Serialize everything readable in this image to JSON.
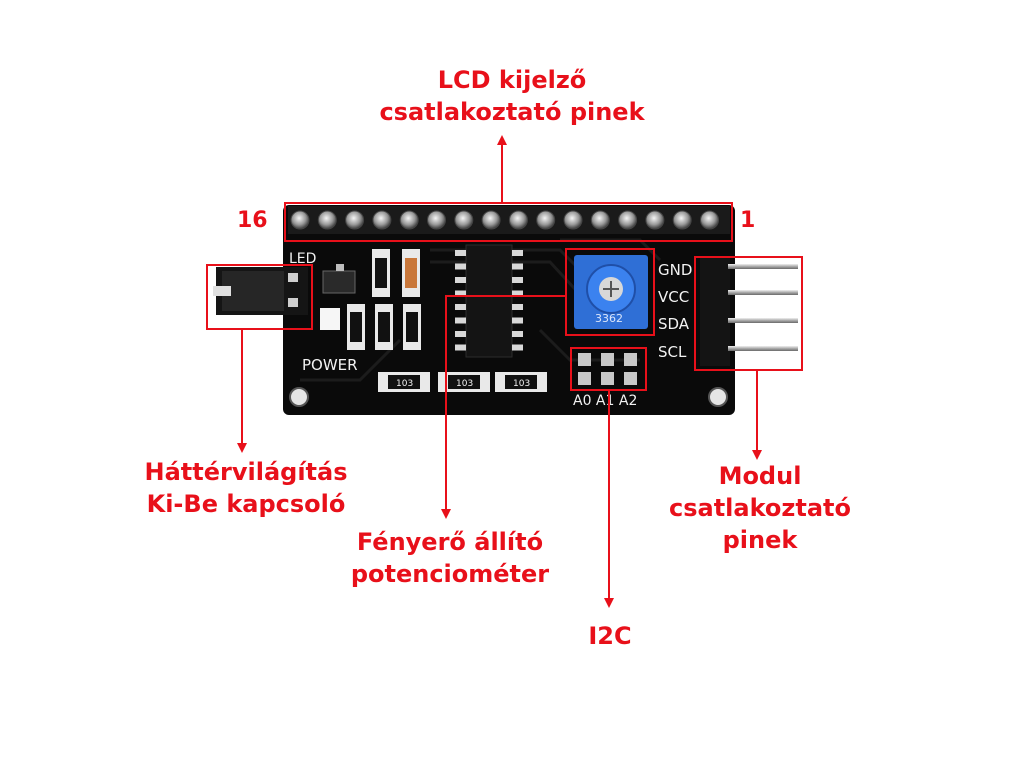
{
  "labels": {
    "lcd_pins": {
      "line1": "LCD kijelző",
      "line2": "csatlakoztató pinek"
    },
    "backlight": {
      "line1": "Háttérvilágítás",
      "line2": "Ki-Be kapcsoló"
    },
    "potentiometer": {
      "line1": "Fényerő állító",
      "line2": "potenciométer"
    },
    "i2c": "I2C",
    "module_pins": {
      "line1": "Modul",
      "line2": "csatlakoztató",
      "line3": "pinek"
    },
    "pin_first": "16",
    "pin_last": "1"
  },
  "board": {
    "silkscreen": {
      "led": "LED",
      "power": "POWER",
      "gnd": "GND",
      "vcc": "VCC",
      "sda": "SDA",
      "scl": "SCL",
      "addr": "A0 A1 A2",
      "pot_code": "3362",
      "res_code": "103"
    }
  },
  "colors": {
    "accent": "#e8101a",
    "board": "#0a0a0a",
    "pot": "#2f6fd6",
    "header_pin": "#c9c9c9"
  }
}
